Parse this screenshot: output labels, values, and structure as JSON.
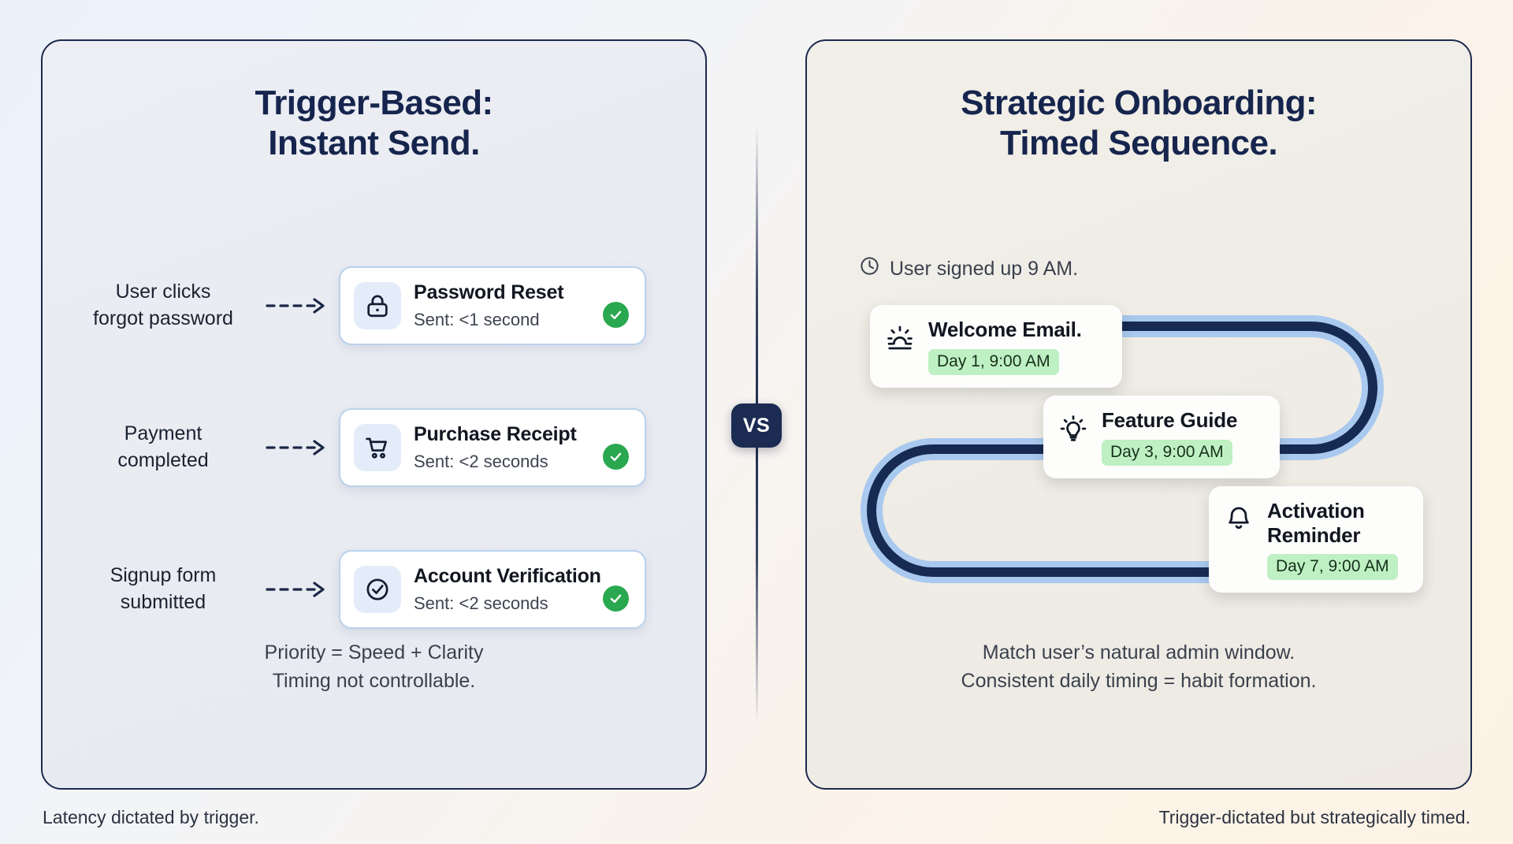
{
  "left_panel": {
    "title_line1": "Trigger-Based:",
    "title_line2": "Instant Send.",
    "rows": [
      {
        "trigger_line1": "User clicks",
        "trigger_line2": "forgot password",
        "icon": "lock-icon",
        "title": "Password Reset",
        "sub": "Sent: <1 second",
        "status": "check-badge"
      },
      {
        "trigger_line1": "Payment",
        "trigger_line2": "completed",
        "icon": "shopping-cart-icon",
        "title": "Purchase Receipt",
        "sub": "Sent: <2 seconds",
        "status": "check-badge"
      },
      {
        "trigger_line1": "Signup form",
        "trigger_line2": "submitted",
        "icon": "check-circle-icon",
        "title": "Account Verification",
        "sub": "Sent: <2 seconds",
        "status": "check-badge"
      }
    ],
    "note_line1": "Priority = Speed + Clarity",
    "note_line2": "Timing not controllable.",
    "caption": "Latency dictated by trigger."
  },
  "right_panel": {
    "title_line1": "Strategic Onboarding:",
    "title_line2": "Timed Sequence.",
    "signup_icon": "clock-icon",
    "signup_text": "User signed up 9 AM.",
    "sequence": [
      {
        "icon": "sunrise-icon",
        "title": "Welcome Email.",
        "chip": "Day 1, 9:00 AM"
      },
      {
        "icon": "lightbulb-icon",
        "title": "Feature Guide",
        "chip": "Day 3, 9:00 AM"
      },
      {
        "icon": "bell-icon",
        "title": "Activation Reminder",
        "chip": "Day 7, 9:00 AM"
      }
    ],
    "note_line1": "Match user’s natural admin window.",
    "note_line2": "Consistent daily timing = habit formation.",
    "caption": "Trigger-dictated but strategically timed."
  },
  "divider": {
    "badge_label": "VS"
  },
  "colors": {
    "navy": "#1d2a4d",
    "card_border_blue": "#b9d2ec",
    "icon_tile_blue": "#e3ecf8",
    "success_green": "#2aa84f",
    "chip_green": "#bff0c3",
    "flow_line_dark": "#172a52",
    "flow_line_light": "#a9c9ef"
  }
}
